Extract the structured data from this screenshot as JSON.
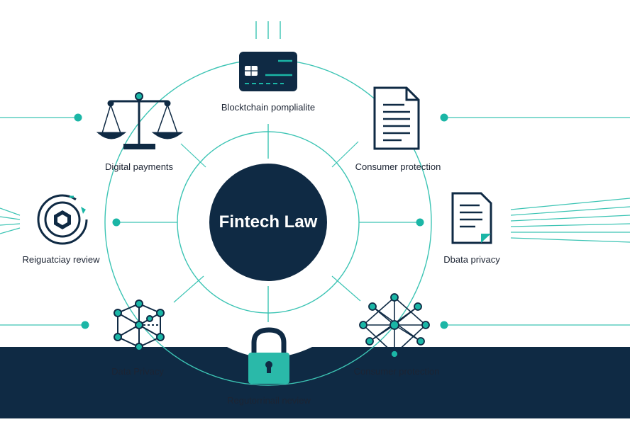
{
  "center": {
    "title": "Fintech Law"
  },
  "nodes": {
    "blockchain": {
      "label": "Blocktchain pomplialite",
      "icon": "credit-card-icon"
    },
    "digital_payments": {
      "label": "Digital payments",
      "icon": "scales-of-justice-icon"
    },
    "consumer_protection_top": {
      "label": "Consumer protection",
      "icon": "document-icon"
    },
    "regulatory_review_left": {
      "label": "Reiguatciay review",
      "icon": "hexagon-shield-icon"
    },
    "data_privacy_right": {
      "label": "Dbata privacy",
      "icon": "document-icon"
    },
    "data_privacy_bottom": {
      "label": "Data Privacy",
      "icon": "network-cube-icon"
    },
    "consumer_protection_bottom": {
      "label": "Consumer protection",
      "icon": "network-graph-icon"
    },
    "regulatory_review_bottom": {
      "label": "Regutorrinail neview",
      "icon": "padlock-icon"
    }
  },
  "colors": {
    "navy": "#0f2a44",
    "teal": "#1bb6a6",
    "line": "#2fbfae",
    "text": "#1c2433",
    "band": "#0f2a44"
  }
}
